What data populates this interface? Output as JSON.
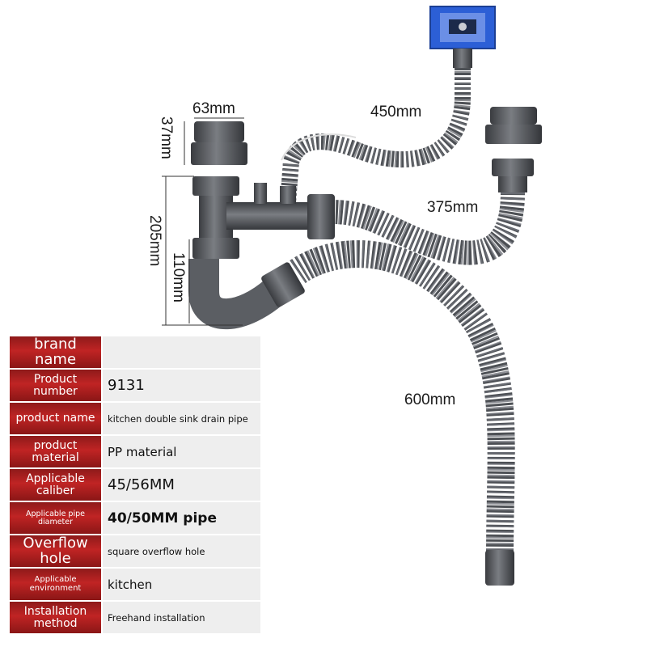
{
  "dimensions": {
    "inlet_width": "63mm",
    "inlet_height": "37mm",
    "overflow_hose": "450mm",
    "second_hose": "375mm",
    "body_height": "205mm",
    "lower_section": "110mm",
    "outlet_hose": "600mm"
  },
  "specs": [
    {
      "label": "brand name",
      "value": ""
    },
    {
      "label": "Product number",
      "value": "9131"
    },
    {
      "label": "product name",
      "value": "kitchen double sink drain pipe"
    },
    {
      "label": "product material",
      "value": "PP material"
    },
    {
      "label": "Applicable caliber",
      "value": "45/56MM"
    },
    {
      "label": "Applicable pipe diameter",
      "value": "40/50MM pipe"
    },
    {
      "label": "Overflow hole",
      "value": "square overflow hole"
    },
    {
      "label": "Applicable environment",
      "value": "kitchen"
    },
    {
      "label": "Installation method",
      "value": "Freehand installation"
    }
  ],
  "colors": {
    "label_red": "#b01e1e",
    "pipe_gray": "#55585d",
    "overflow_blue": "#2c5fd6",
    "value_bg": "#eeeeee"
  }
}
